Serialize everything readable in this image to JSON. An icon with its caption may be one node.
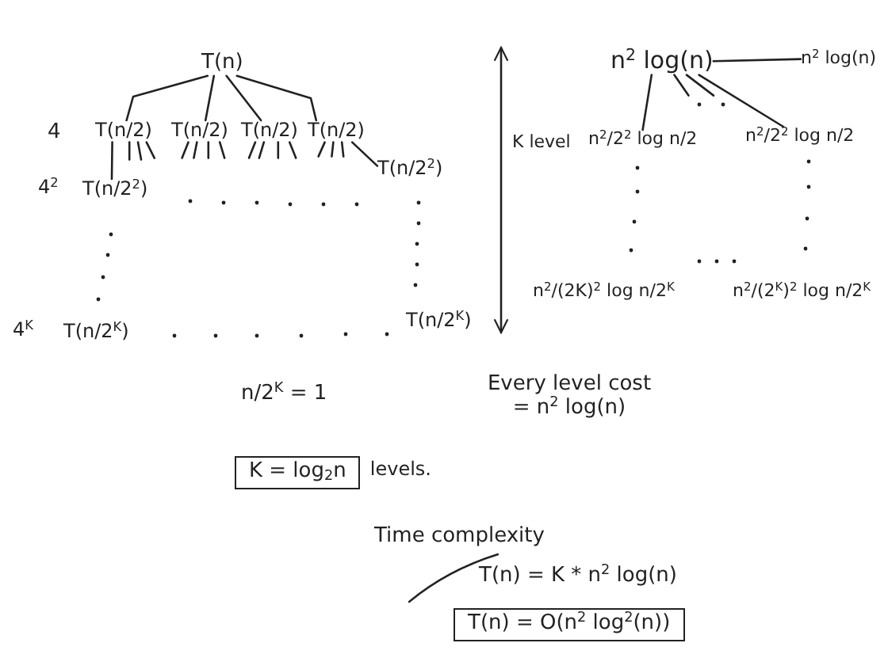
{
  "diagram": {
    "nodes": [
      {
        "text": [
          "T(n)"
        ]
      },
      {
        "text": [
          "T(n/2)"
        ],
        "beside": [
          "4"
        ]
      },
      {
        "text": [
          "T(n/2)"
        ]
      },
      {
        "text": [
          "T(n/2)"
        ]
      },
      {
        "text": [
          "T(n/2)"
        ]
      },
      {
        "text": [
          "T(n/2$^{2}$)"
        ],
        "beside": [
          "4$^{2}$"
        ]
      },
      {
        "text": [
          "T(n/2$^{2}$)"
        ]
      },
      {
        "text": [
          "T(n/2$^{K}$)"
        ],
        "beside": [
          "4$^{K}$"
        ]
      },
      {
        "text": [
          "T(n/2$^{K}$)"
        ]
      },
      {
        "text": [
          "n$^{2}$ log(n)"
        ]
      },
      {
        "text": [
          "n$^{2}$ log(n)"
        ]
      },
      {
        "text": [
          "n$^{2}$/2$^{2}$ log n/2"
        ]
      },
      {
        "text": [
          "n$^{2}$/2$^{2}$ log n/2"
        ]
      },
      {
        "text": [
          "n$^{2}$/(2K)$^{2}$ log n/2$^{K}$"
        ]
      },
      {
        "text": [
          "n$^{2}$/(2$^{K}$)$^{2}$ log n/2$^{K}$"
        ]
      },
      {
        "text": [
          "K = log$_{2}$n"
        ],
        "beside": [
          "levels."
        ]
      },
      {
        "text": [
          "T(n) = O(n$^{2}$ log$^{2}$(n))"
        ]
      }
    ],
    "edges": [
      {
        "from": 0,
        "to": 1,
        "arrow": "none"
      },
      {
        "from": 0,
        "to": 2,
        "arrow": "none"
      },
      {
        "from": 0,
        "to": 3,
        "arrow": "none"
      },
      {
        "from": 0,
        "to": 4,
        "arrow": "none"
      },
      {
        "from": 1,
        "to": 5,
        "arrow": "none"
      },
      {
        "from": 1,
        "to": null,
        "arrow": "none"
      },
      {
        "from": 1,
        "to": null,
        "arrow": "none"
      },
      {
        "from": 1,
        "to": null,
        "arrow": "none"
      },
      {
        "from": 2,
        "to": null,
        "arrow": "none"
      },
      {
        "from": 2,
        "to": null,
        "arrow": "none"
      },
      {
        "from": 2,
        "to": null,
        "arrow": "none"
      },
      {
        "from": 2,
        "to": null,
        "arrow": "none"
      },
      {
        "from": 3,
        "to": null,
        "arrow": "none"
      },
      {
        "from": 3,
        "to": null,
        "arrow": "none"
      },
      {
        "from": 3,
        "to": null,
        "arrow": "none"
      },
      {
        "from": 3,
        "to": null,
        "arrow": "none"
      },
      {
        "from": 4,
        "to": null,
        "arrow": "none"
      },
      {
        "from": 4,
        "to": null,
        "arrow": "none"
      },
      {
        "from": 4,
        "to": null,
        "arrow": "none"
      },
      {
        "from": 4,
        "to": 6,
        "arrow": "none"
      },
      {
        "from": 9,
        "to": 10,
        "arrow": "none"
      },
      {
        "from": 9,
        "to": 11,
        "arrow": "none"
      },
      {
        "from": 9,
        "to": null,
        "arrow": "none"
      },
      {
        "from": 9,
        "to": null,
        "arrow": "none"
      },
      {
        "from": 9,
        "to": 12,
        "arrow": "none"
      }
    ],
    "labels": [
      "K level",
      "n/2$^{K}$ = 1",
      "Every level cost = n$^{2}$ log(n)",
      "Time complexity",
      "T(n) = K * n$^{2}$ log(n)"
    ]
  }
}
